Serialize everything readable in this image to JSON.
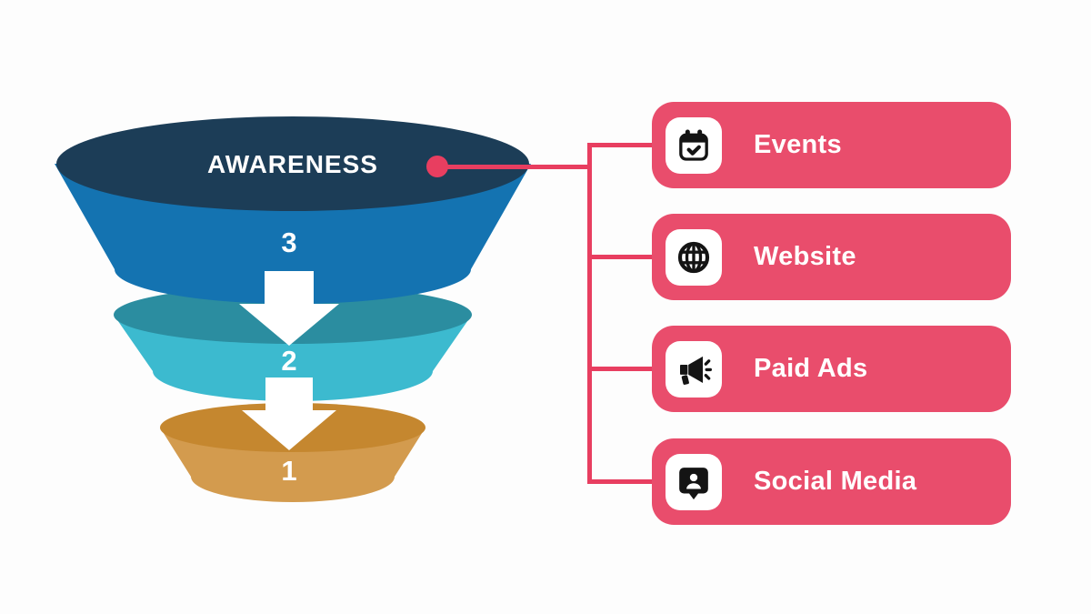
{
  "funnel": {
    "title": "AWARENESS",
    "levels": [
      "3",
      "2",
      "1"
    ],
    "tiers": [
      {
        "level": "3",
        "top_color": "#1C3D57",
        "body_color": "#1473B1"
      },
      {
        "level": "2",
        "top_color": "#2B8DA0",
        "body_color": "#3CBACF"
      },
      {
        "level": "1",
        "top_color": "#C5872F",
        "body_color": "#D39B4E"
      }
    ]
  },
  "channels": [
    {
      "label": "Events",
      "icon": "calendar-check-icon"
    },
    {
      "label": "Website",
      "icon": "globe-icon"
    },
    {
      "label": "Paid Ads",
      "icon": "megaphone-icon"
    },
    {
      "label": "Social Media",
      "icon": "person-chat-bubble-icon"
    }
  ],
  "colors": {
    "background": "#fdfdfd",
    "funnel_tier3_top": "#1C3D57",
    "funnel_tier3_body": "#1473B1",
    "funnel_tier2_top": "#2B8DA0",
    "funnel_tier2_body": "#3CBACF",
    "funnel_tier1_top": "#C5872F",
    "funnel_tier1_body": "#D39B4E",
    "channel_box": "#E94D6C",
    "connector": "#E83E60",
    "icon_black": "#141414",
    "arrow_white": "#FFFFFF"
  }
}
